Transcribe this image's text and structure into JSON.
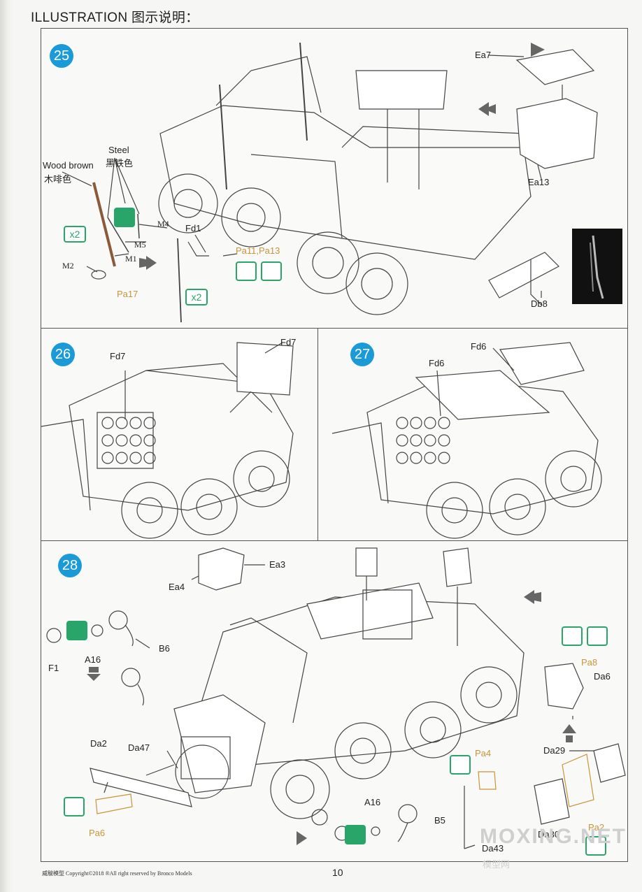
{
  "header": {
    "title": "ILLUSTRATION 图示说明："
  },
  "steps": {
    "s25": "25",
    "s26": "26",
    "s27": "27",
    "s28": "28"
  },
  "step25": {
    "wood_brown": "Wood brown",
    "wood_brown_cn": "木啡色",
    "steel": "Steel",
    "steel_cn": "黑铁色",
    "m4": "M4",
    "m5": "M5",
    "m1": "M1",
    "m2": "M2",
    "pa17": "Pa17",
    "x2a": "x2",
    "x2b": "x2",
    "fd1": "Fd1",
    "pa11_13": "Pa11,Pa13",
    "ea7": "Ea7",
    "ea13": "Ea13",
    "db8": "Db8"
  },
  "step26": {
    "fd7a": "Fd7",
    "fd7b": "Fd7"
  },
  "step27": {
    "fd6a": "Fd6",
    "fd6b": "Fd6"
  },
  "step28": {
    "ea4": "Ea4",
    "ea3": "Ea3",
    "f1": "F1",
    "a16a": "A16",
    "b6": "B6",
    "da2": "Da2",
    "da47": "Da47",
    "pa6": "Pa6",
    "pa4": "Pa4",
    "pa8": "Pa8",
    "da6": "Da6",
    "da29": "Da29",
    "da30": "Da30",
    "pa2": "Pa2",
    "a16b": "A16",
    "b5": "B5",
    "da43": "Da43"
  },
  "footer": {
    "text": "威駿模型  Copyright©2018  ®All right reserved by Bronco Models",
    "page": "10"
  },
  "watermark": {
    "text": "MOXING.NET",
    "cn": "模型网"
  },
  "colors": {
    "accent_blue": "#1a9bd7",
    "instruction_green": "#2aa56a",
    "paint_gold": "#c9953a"
  },
  "icons": [
    "arrow-left-icon",
    "cement-icon",
    "fold-down-icon",
    "paint-icon"
  ]
}
